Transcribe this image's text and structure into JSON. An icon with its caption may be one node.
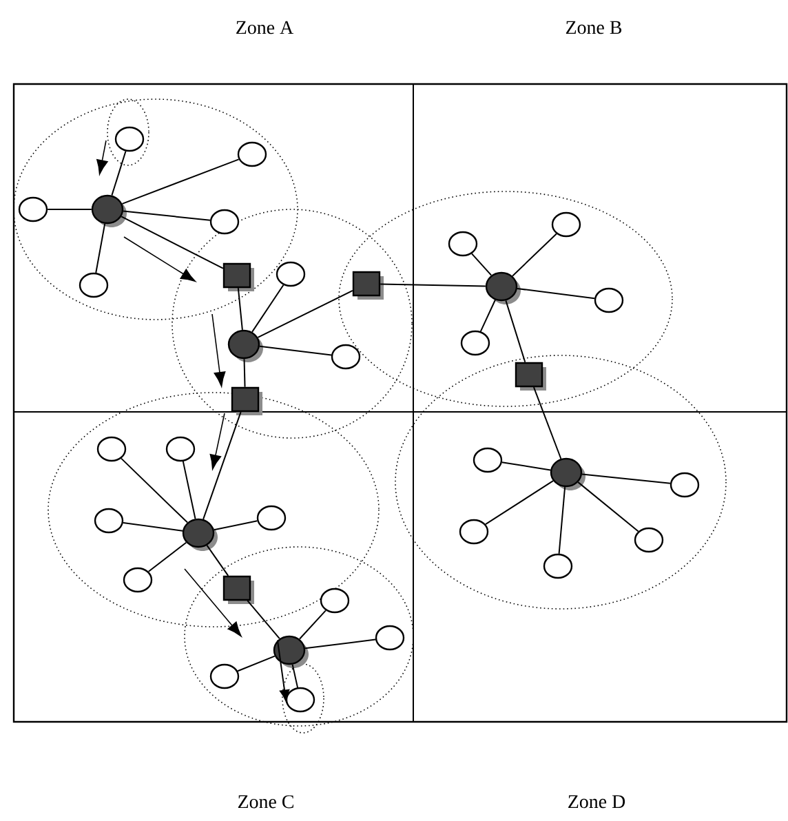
{
  "diagram": {
    "nodes": [
      {
        "text": [],
        "shape": "circle"
      },
      {
        "text": [],
        "shape": "circle"
      },
      {
        "text": [],
        "shape": "circle"
      },
      {
        "text": [],
        "shape": "circle"
      },
      {
        "text": [],
        "shape": "circle"
      },
      {
        "text": [],
        "shape": "circle"
      },
      {
        "text": [],
        "shape": "box"
      },
      {
        "text": [],
        "shape": "circle"
      },
      {
        "text": [],
        "shape": "box"
      },
      {
        "text": [],
        "shape": "circle"
      },
      {
        "text": [],
        "shape": "circle"
      },
      {
        "text": [],
        "shape": "box"
      },
      {
        "text": [],
        "shape": "circle"
      },
      {
        "text": [],
        "shape": "circle"
      },
      {
        "text": [],
        "shape": "circle"
      },
      {
        "text": [],
        "shape": "circle"
      },
      {
        "text": [],
        "shape": "circle"
      },
      {
        "text": [],
        "shape": "box"
      },
      {
        "text": [],
        "shape": "circle"
      },
      {
        "text": [],
        "shape": "circle"
      },
      {
        "text": [],
        "shape": "circle"
      },
      {
        "text": [],
        "shape": "circle"
      },
      {
        "text": [],
        "shape": "circle"
      },
      {
        "text": [],
        "shape": "circle"
      },
      {
        "text": [],
        "shape": "circle"
      },
      {
        "text": [],
        "shape": "circle"
      },
      {
        "text": [],
        "shape": "circle"
      },
      {
        "text": [],
        "shape": "circle"
      },
      {
        "text": [],
        "shape": "circle"
      },
      {
        "text": [],
        "shape": "circle"
      },
      {
        "text": [],
        "shape": "box"
      },
      {
        "text": [],
        "shape": "circle"
      },
      {
        "text": [],
        "shape": "circle"
      },
      {
        "text": [],
        "shape": "circle"
      },
      {
        "text": [],
        "shape": "circle"
      },
      {
        "text": [],
        "shape": "circle"
      }
    ],
    "edges": [
      {
        "from": 0,
        "to": 1,
        "arrow": "none"
      },
      {
        "from": 0,
        "to": 2,
        "arrow": "none"
      },
      {
        "from": 0,
        "to": 3,
        "arrow": "none"
      },
      {
        "from": 0,
        "to": 4,
        "arrow": "none"
      },
      {
        "from": 0,
        "to": 5,
        "arrow": "none"
      },
      {
        "from": 0,
        "to": 6,
        "arrow": "none"
      },
      {
        "from": 9,
        "to": 6,
        "arrow": "none"
      },
      {
        "from": 9,
        "to": 7,
        "arrow": "none"
      },
      {
        "from": 9,
        "to": 8,
        "arrow": "none"
      },
      {
        "from": 9,
        "to": 10,
        "arrow": "none"
      },
      {
        "from": 9,
        "to": 11,
        "arrow": "none"
      },
      {
        "from": 14,
        "to": 8,
        "arrow": "none"
      },
      {
        "from": 14,
        "to": 12,
        "arrow": "none"
      },
      {
        "from": 14,
        "to": 13,
        "arrow": "none"
      },
      {
        "from": 14,
        "to": 15,
        "arrow": "none"
      },
      {
        "from": 14,
        "to": 16,
        "arrow": "none"
      },
      {
        "from": 14,
        "to": 17,
        "arrow": "none"
      },
      {
        "from": 18,
        "to": 17,
        "arrow": "none"
      },
      {
        "from": 18,
        "to": 19,
        "arrow": "none"
      },
      {
        "from": 18,
        "to": 20,
        "arrow": "none"
      },
      {
        "from": 18,
        "to": 21,
        "arrow": "none"
      },
      {
        "from": 18,
        "to": 22,
        "arrow": "none"
      },
      {
        "from": 18,
        "to": 23,
        "arrow": "none"
      },
      {
        "from": 27,
        "to": 11,
        "arrow": "none"
      },
      {
        "from": 27,
        "to": 24,
        "arrow": "none"
      },
      {
        "from": 27,
        "to": 25,
        "arrow": "none"
      },
      {
        "from": 27,
        "to": 26,
        "arrow": "none"
      },
      {
        "from": 27,
        "to": 28,
        "arrow": "none"
      },
      {
        "from": 27,
        "to": 29,
        "arrow": "none"
      },
      {
        "from": 27,
        "to": 30,
        "arrow": "none"
      },
      {
        "from": 32,
        "to": 30,
        "arrow": "none"
      },
      {
        "from": 32,
        "to": 31,
        "arrow": "none"
      },
      {
        "from": 32,
        "to": 33,
        "arrow": "none"
      },
      {
        "from": 32,
        "to": 34,
        "arrow": "none"
      },
      {
        "from": 32,
        "to": 35,
        "arrow": "none"
      },
      {
        "from": 32,
        "to": 35,
        "arrow": "to"
      }
    ],
    "labels": [
      "Zone A",
      "Zone B",
      "Zone C",
      "Zone D"
    ]
  }
}
